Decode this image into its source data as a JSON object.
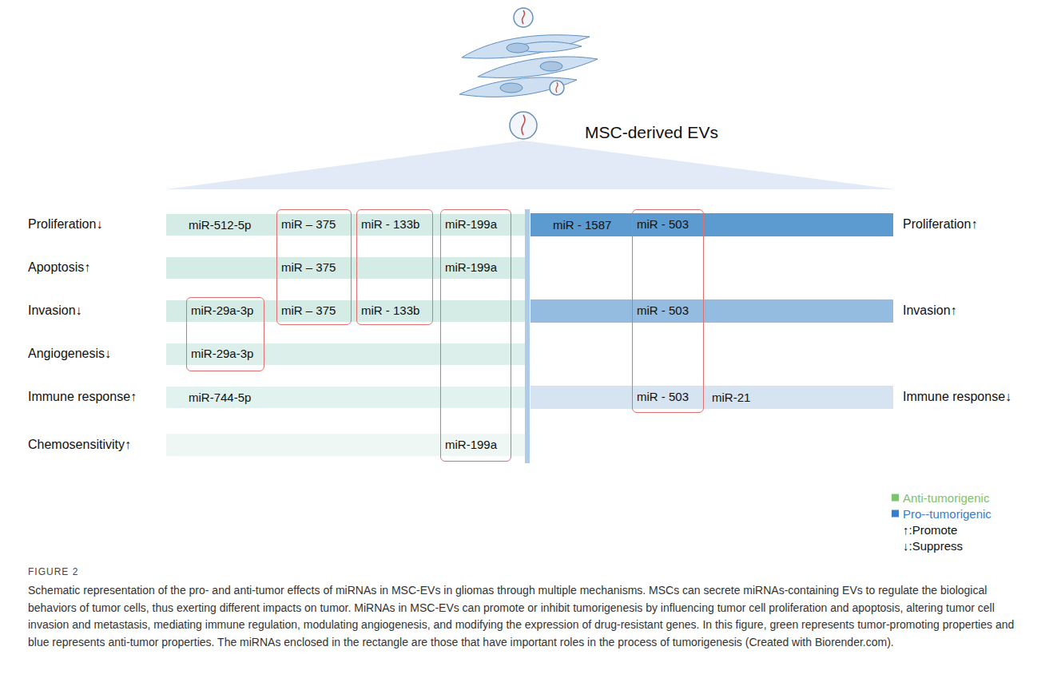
{
  "diagram": {
    "caption": "Schematic representation of the pro- and anti-tumor effects of miRNAs in MSC-EVs in gliomas through multiple mechanisms. MSCs can secrete miRNAs-containing EVs to regulate the biological behaviors of tumor cells, thus exerting different impacts on tumor. MiRNAs in MSC-EVs can promote or inhibit tumorigenesis by influencing tumor cell proliferation and apoptosis, altering tumor cell invasion and metastasis, mediating immune regulation, modulating angiogenesis, and modifying the expression of drug-resistant genes. In this figure, green represents tumor-promoting properties and blue represents anti-tumor properties. The miRNAs enclosed in the rectangle are those that have important roles in the process of tumorigenesis (Created with Biorender.com).",
    "nodes": [
      {
        "text": [
          "miR – 375",
          "miR – 375",
          "miR – 375"
        ]
      },
      {
        "text": [
          "miR - 133b",
          "miR - 133b"
        ]
      },
      {
        "text": [
          "miR-199a",
          "miR-199a",
          "miR-199a"
        ]
      },
      {
        "text": [
          "miR - 503",
          "miR - 503",
          "miR - 503"
        ]
      },
      {
        "text": [
          "miR-29a-3p",
          "miR-29a-3p"
        ]
      }
    ],
    "labels": [
      "MSC-derived EVs",
      "Proliferation↓",
      "miR-512-5p",
      "miR - 1587",
      "Proliferation↑",
      "Apoptosis↑",
      "Invasion↓",
      "Invasion↑",
      "Angiogenesis↓",
      "Immune response↑",
      "miR-744-5p",
      "miR-21",
      "Immune response↓",
      "Chemosensitivity↑",
      "FIGURE 2"
    ],
    "legend": [
      {
        "text": "Anti-tumorigenic",
        "color": "#7dc36b"
      },
      {
        "text": "Pro--tumorigenic",
        "color": "#3a7cc6"
      },
      {
        "text": "↑:Promote"
      },
      {
        "text": "↓:Suppress"
      }
    ]
  }
}
